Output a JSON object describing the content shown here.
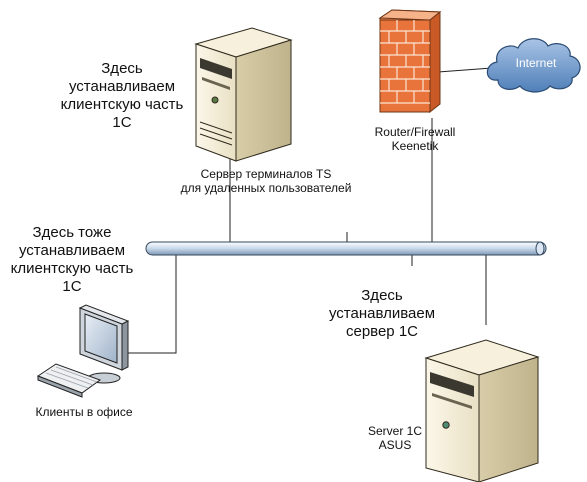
{
  "terminal_server": {
    "note_lines": [
      "Здесь",
      "устанавливаем",
      "клиентскую часть",
      "1С"
    ],
    "caption_lines": [
      "Сервер терминалов TS",
      "для удаленных пользователей"
    ]
  },
  "router": {
    "caption_lines": [
      "Router/Firewall",
      "Keenetik"
    ]
  },
  "cloud": {
    "label": "Internet"
  },
  "office": {
    "note_lines": [
      "Здесь тоже",
      "устанавливаем",
      "клиентскую часть",
      "1С"
    ],
    "caption": "Клиенты в офисе"
  },
  "server_1c": {
    "note_lines": [
      "Здесь",
      "устанавливаем",
      "сервер 1С"
    ],
    "caption_lines": [
      "Server 1C",
      "ASUS"
    ]
  },
  "colors": {
    "bus": "#bcd0e6",
    "bus_edge": "#33485f",
    "firewall": "#e8743b",
    "cloud": "#6b94c4",
    "server_body": "#f1ead2"
  }
}
